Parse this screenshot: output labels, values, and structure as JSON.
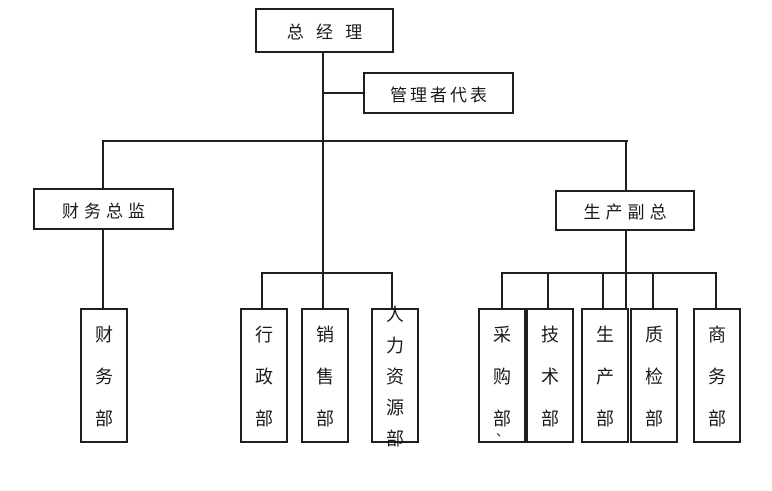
{
  "diagram": {
    "type": "org-chart",
    "colors": {
      "background": "#ffffff",
      "line": "#1f1f1f",
      "text": "#1a1a1a"
    },
    "nodes": {
      "general_manager": "总 经 理",
      "management_representative": "管理者代表",
      "finance_director": "财务总监",
      "production_vp": "生产副总"
    },
    "departments": [
      {
        "label": "财务部"
      },
      {
        "label": "行政部"
      },
      {
        "label": "销售部"
      },
      {
        "label": "人力资源部"
      },
      {
        "label": "采购部"
      },
      {
        "label": "技术部"
      },
      {
        "label": "生产部"
      },
      {
        "label": "质检部"
      },
      {
        "label": "商务部"
      }
    ],
    "stray_mark": "、"
  }
}
